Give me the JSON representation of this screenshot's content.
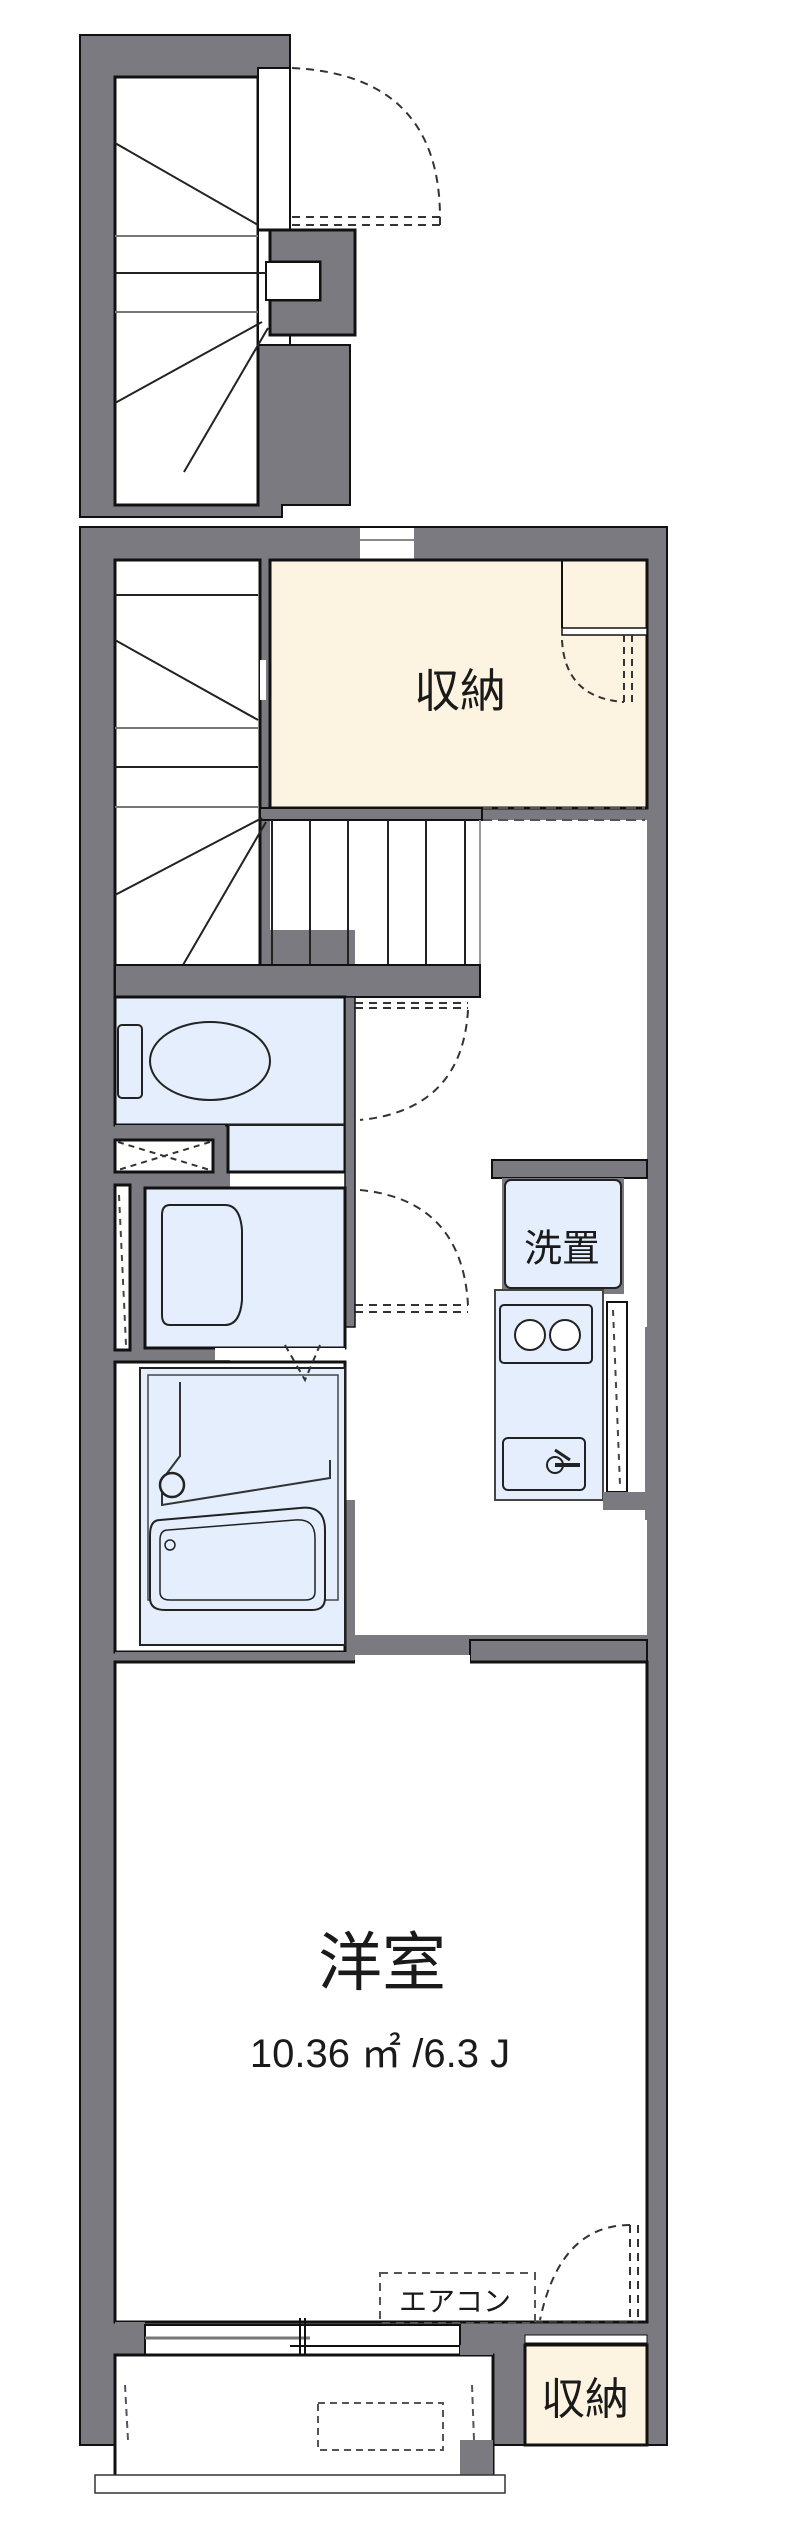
{
  "floorplan": {
    "colors": {
      "wall": "#7b7a80",
      "wall_edge": "#111111",
      "storage_fill": "#fdf3e1",
      "wet_area_fill": "#e4eefc",
      "floor": "#ffffff"
    },
    "rooms": {
      "upper_storage": {
        "label": "収納"
      },
      "laundry": {
        "label": "洗置"
      },
      "western_room": {
        "label": "洋室",
        "area": "10.36 ㎡ /6.3 J"
      },
      "air_conditioner": {
        "label": "エアコン"
      },
      "lower_storage": {
        "label": "収納"
      }
    },
    "fixtures": [
      {
        "name": "stairs-upper",
        "type": "staircase"
      },
      {
        "name": "stairs-lower",
        "type": "staircase"
      },
      {
        "name": "toilet",
        "type": "toilet"
      },
      {
        "name": "washbasin",
        "type": "vanity"
      },
      {
        "name": "bathtub",
        "type": "unit-bath"
      },
      {
        "name": "kitchen",
        "type": "two-burner-stove-and-sink"
      },
      {
        "name": "balcony",
        "type": "balcony"
      }
    ]
  }
}
